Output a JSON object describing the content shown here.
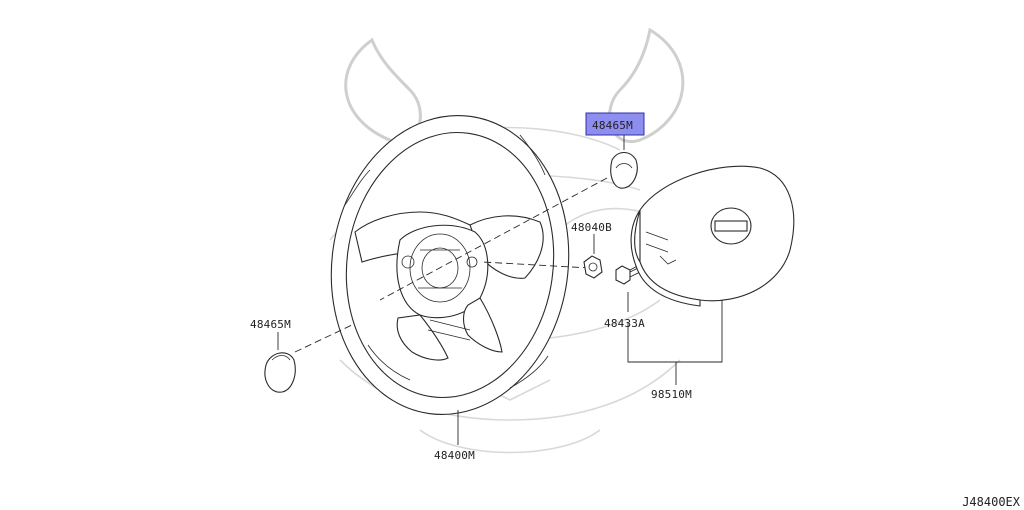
{
  "diagram": {
    "part_labels": {
      "cover_upper": "48465M",
      "cover_lower": "48465M",
      "nut": "48040B",
      "bolt": "48433A",
      "wheel": "48400M",
      "airbag": "98510M"
    },
    "reference_code": "J48400EX",
    "highlight_color": "#8e8ef0",
    "highlighted_part": "48465M"
  }
}
